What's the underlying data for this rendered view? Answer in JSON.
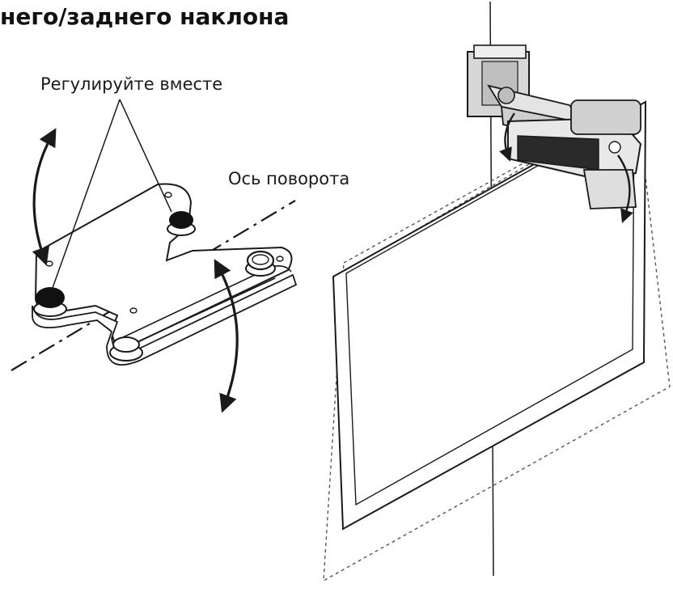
{
  "title": "него/заднего наклона",
  "labels": {
    "adjust_together": "Регулируйте вместе",
    "pivot_axis": "Ось поворота"
  },
  "colors": {
    "ink": "#1a1a1a",
    "background": "#ffffff",
    "screen_gray": "#d9d9d9",
    "dashed_outline": "#555555"
  },
  "icons": [
    "curved-double-arrow-icon",
    "adjustment-knob-icon",
    "screw-icon"
  ]
}
